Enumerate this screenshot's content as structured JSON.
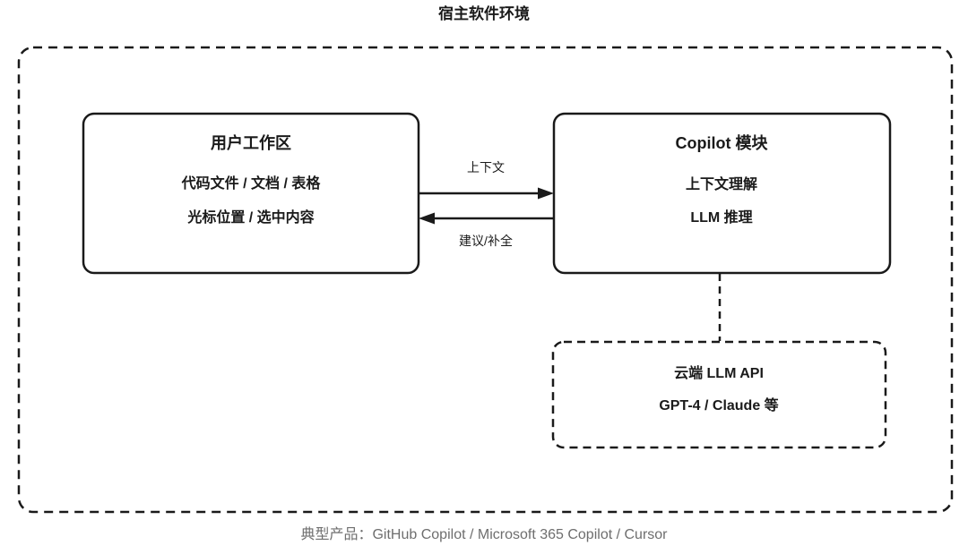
{
  "diagram": {
    "title": "宿主软件环境",
    "nodes": {
      "workspace": {
        "title": "用户工作区",
        "lines": [
          "代码文件 / 文档 / 表格",
          "光标位置 / 选中内容"
        ],
        "border_style": "solid"
      },
      "copilot": {
        "title": "Copilot 模块",
        "lines": [
          "上下文理解",
          "LLM 推理"
        ],
        "border_style": "solid"
      },
      "llm_api": {
        "lines": [
          "云端 LLM API",
          "GPT-4 / Claude 等"
        ],
        "border_style": "dashed"
      }
    },
    "edges": {
      "context": {
        "label": "上下文",
        "from": "workspace",
        "to": "copilot",
        "direction": "right"
      },
      "suggestion": {
        "label": "建议/补全",
        "from": "copilot",
        "to": "workspace",
        "direction": "left"
      },
      "connector": {
        "from": "copilot",
        "to": "llm_api",
        "style": "dashed"
      }
    },
    "caption": "典型产品：GitHub Copilot / Microsoft 365 Copilot / Cursor",
    "theme": {
      "line_color": "#1a1a1a",
      "text_color": "#1a1a1a",
      "caption_color": "#6e6e6e",
      "background": "#ffffff"
    }
  }
}
